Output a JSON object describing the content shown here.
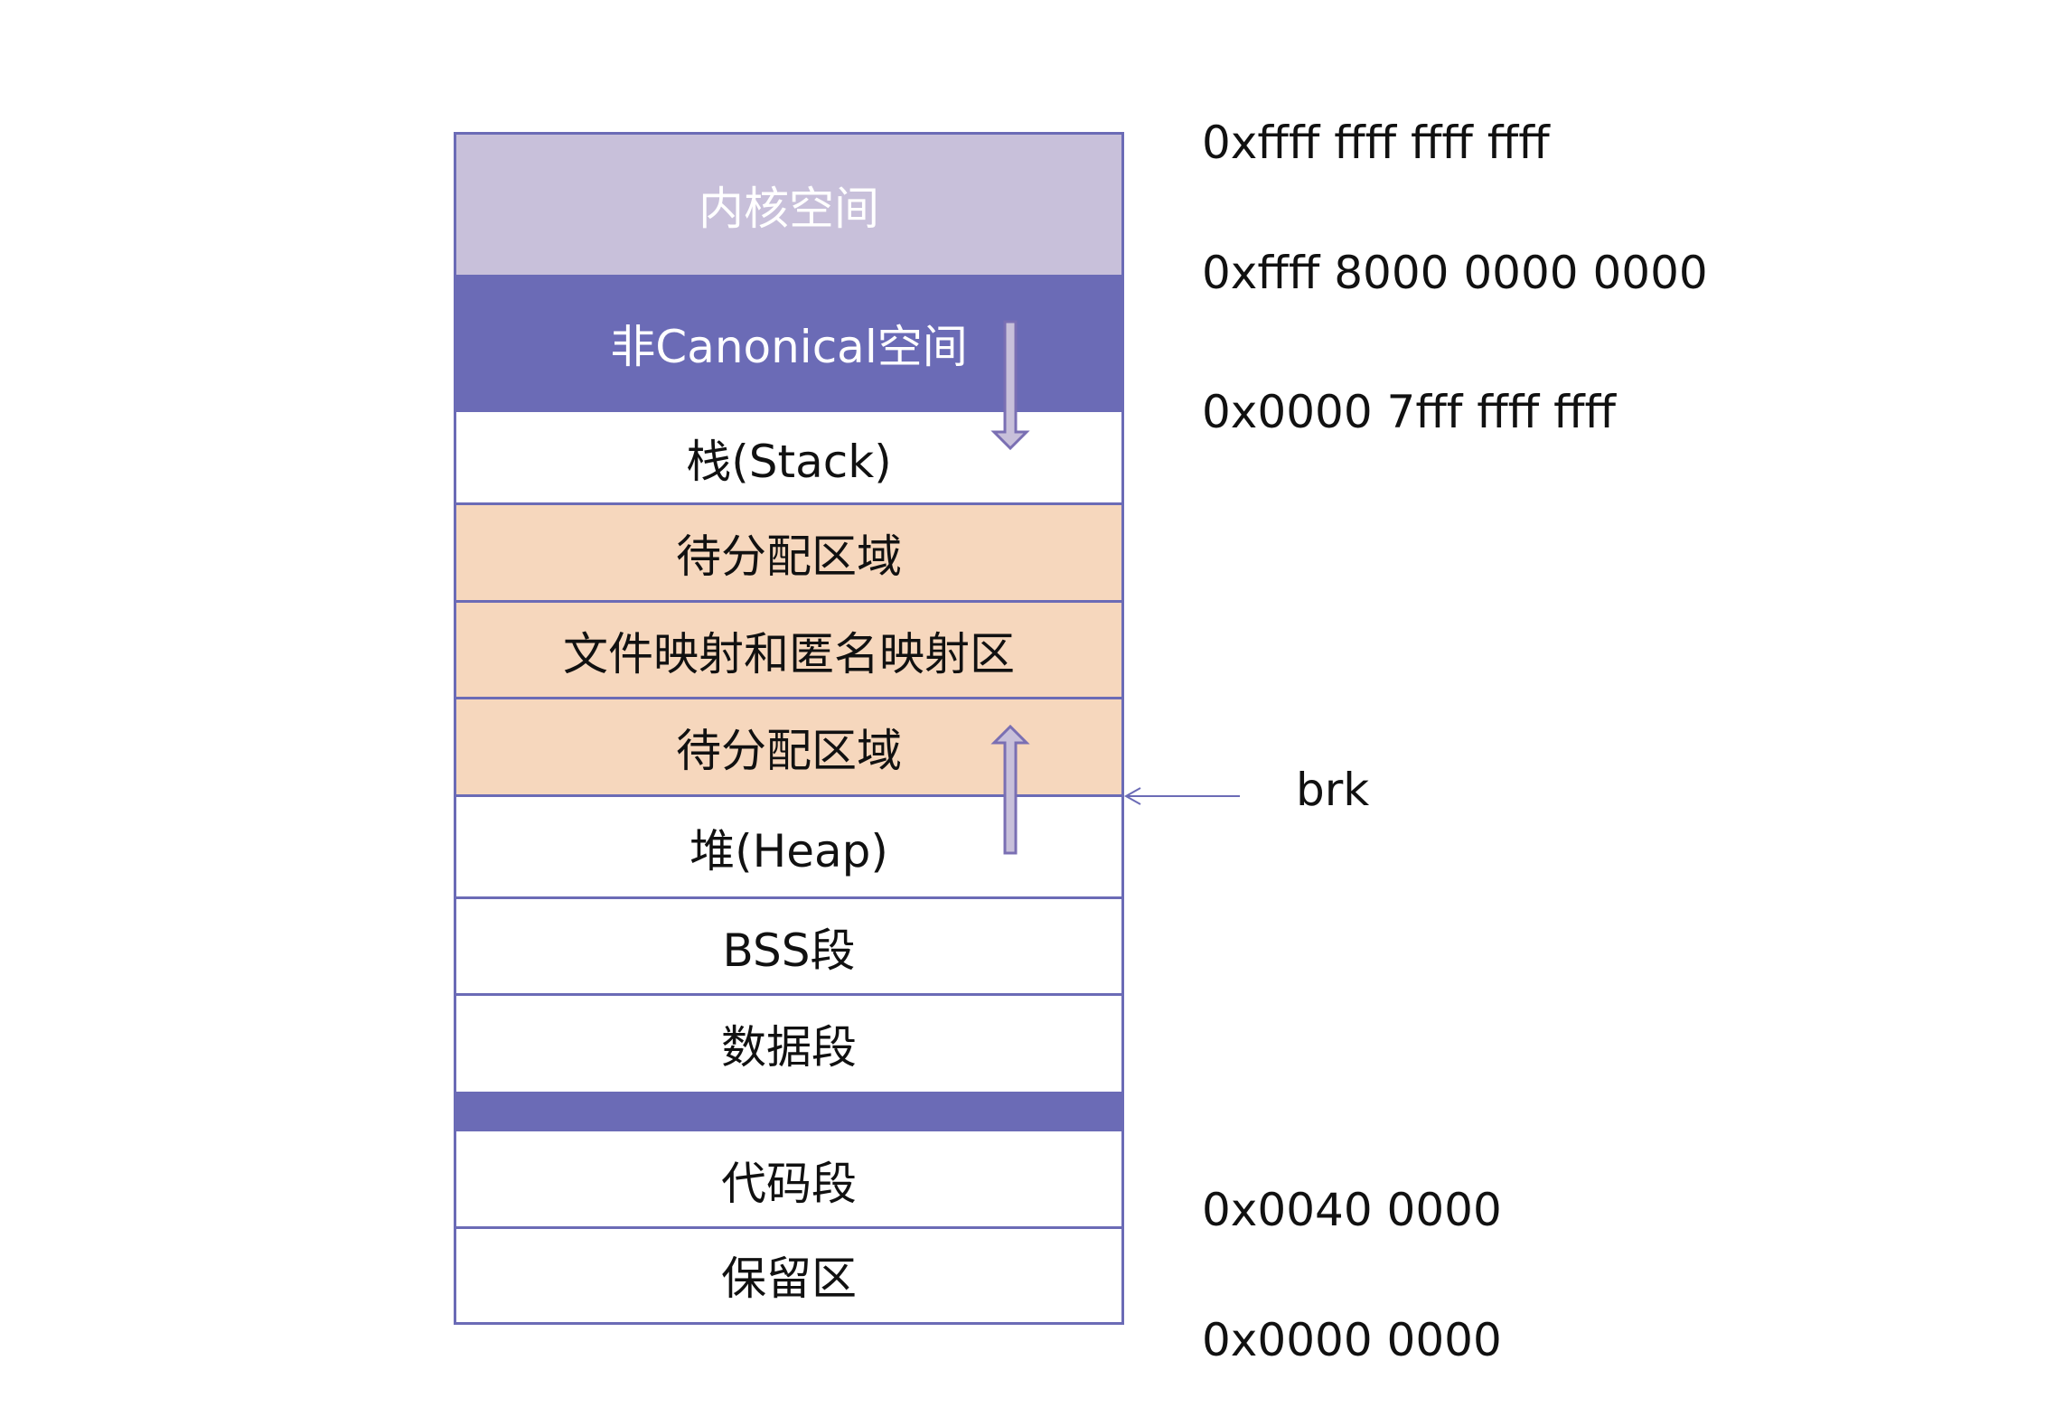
{
  "colors": {
    "border": "#6b6bb6",
    "kernel_fill": "#c8c0da",
    "kernel_text": "#ffffff",
    "noncanonical_fill": "#6b6bb6",
    "noncanonical_text": "#ffffff",
    "orange_fill": "#f6d7bd",
    "white_fill": "#ffffff",
    "arrow_fill": "#c8c0da",
    "arrow_stroke": "#7a6fb3"
  },
  "segments": [
    {
      "id": "kernel",
      "label": "内核空间"
    },
    {
      "id": "noncanonical",
      "label": "非Canonical空间"
    },
    {
      "id": "stack",
      "label": "栈(Stack)"
    },
    {
      "id": "free1",
      "label": "待分配区域"
    },
    {
      "id": "mmap",
      "label": "文件映射和匿名映射区"
    },
    {
      "id": "free2",
      "label": "待分配区域"
    },
    {
      "id": "heap",
      "label": "堆(Heap)"
    },
    {
      "id": "bss",
      "label": "BSS段"
    },
    {
      "id": "data",
      "label": "数据段"
    },
    {
      "id": "gap",
      "label": ""
    },
    {
      "id": "text",
      "label": "代码段"
    },
    {
      "id": "reserved",
      "label": "保留区"
    }
  ],
  "addresses": [
    {
      "label": "0xffff ffff ffff ffff"
    },
    {
      "label": "0xffff 8000 0000 0000"
    },
    {
      "label": "0x0000 7fff ffff ffff"
    },
    {
      "label": "0x0040 0000"
    },
    {
      "label": "0x0000 0000"
    }
  ],
  "brk": {
    "label": "brk"
  },
  "arrows": {
    "stack_direction": "down",
    "heap_direction": "up"
  }
}
